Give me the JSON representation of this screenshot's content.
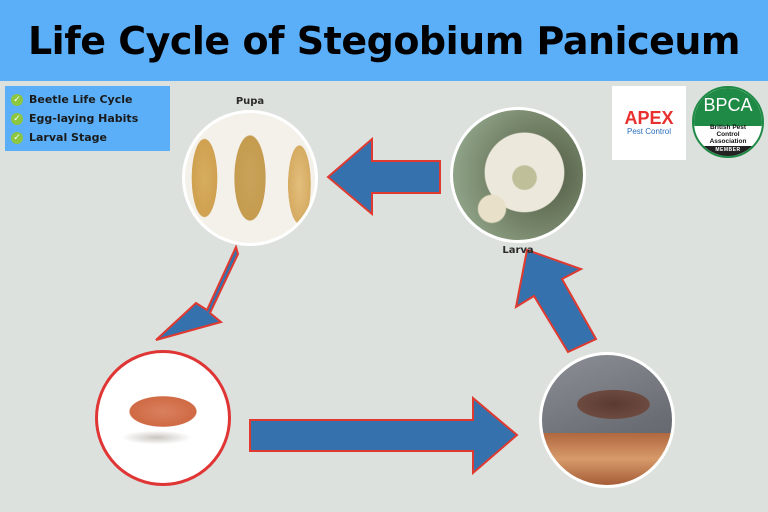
{
  "header": {
    "title": "Life Cycle of Stegobium Paniceum"
  },
  "checklist": {
    "items": [
      {
        "label": "Beetle Life Cycle",
        "icon": "check-circle-icon"
      },
      {
        "label": "Egg-laying Habits",
        "icon": "check-circle-icon"
      },
      {
        "label": "Larval Stage",
        "icon": "check-circle-icon"
      }
    ]
  },
  "logos": {
    "apex": {
      "name": "APEX",
      "subtitle": "Pest Control"
    },
    "bpca": {
      "name": "BPCA",
      "line1": "British Pest",
      "line2": "Control",
      "line3": "Association",
      "badge": "MEMBER"
    }
  },
  "stages": [
    {
      "id": "larva",
      "label": "Larva"
    },
    {
      "id": "pupa",
      "label": "Pupa"
    },
    {
      "id": "egg"
    },
    {
      "id": "adult"
    }
  ],
  "flow": [
    "egg",
    "adult",
    "larva",
    "pupa",
    "egg"
  ],
  "colors": {
    "header_bg": "#5aaff8",
    "page_bg": "#dce1de",
    "arrow_fill": "#3572ad",
    "arrow_stroke": "#e03a30",
    "check": "#8dc63f",
    "apex_red": "#e8312f",
    "apex_blue": "#2a6ebb",
    "bpca_green": "#1f8a45"
  }
}
